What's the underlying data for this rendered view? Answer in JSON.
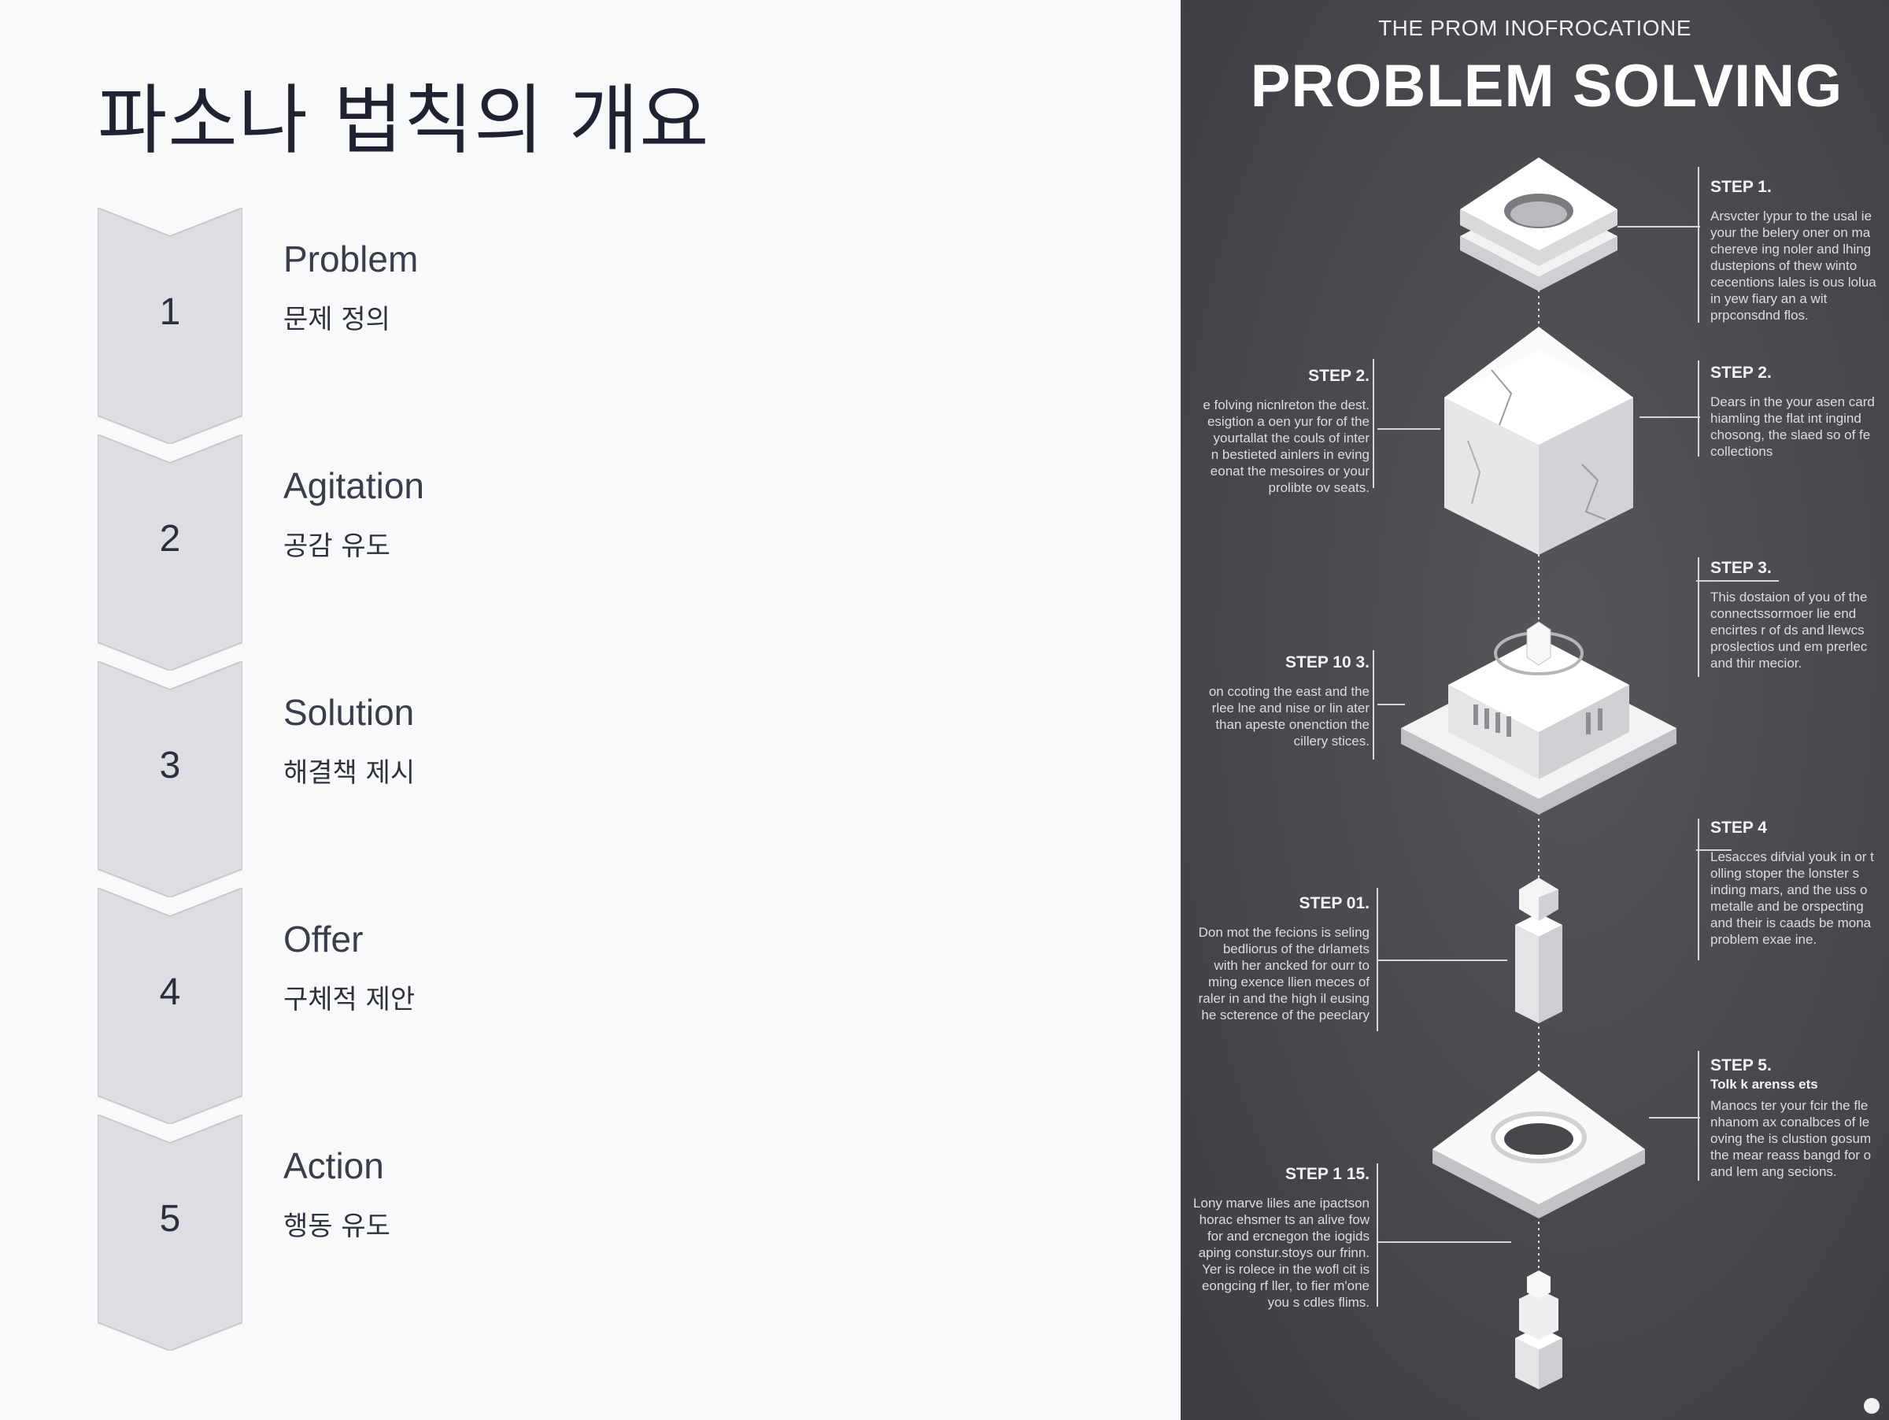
{
  "page": {
    "title": "파소나 법칙의 개요"
  },
  "steps": [
    {
      "number": "1",
      "title": "Problem",
      "subtitle": "문제 정의"
    },
    {
      "number": "2",
      "title": "Agitation",
      "subtitle": "공감 유도"
    },
    {
      "number": "3",
      "title": "Solution",
      "subtitle": "해결책 제시"
    },
    {
      "number": "4",
      "title": "Offer",
      "subtitle": "구체적 제안"
    },
    {
      "number": "5",
      "title": "Action",
      "subtitle": "행동 유도"
    }
  ],
  "infographic": {
    "kicker": "THE PROM  INOFROCATIONE",
    "heading": "PROBLEM SOLVING",
    "labels": {
      "r1": {
        "title": "STEP 1.",
        "lines": [
          "Arsvcter lypur to the usal ie",
          "your the belery oner on ma",
          "chereve ing noler and lhing",
          "dustepions of thew winto",
          "cecentions lales is ous lolua",
          "in yew fiary an a wit",
          "prpconsdnd flos."
        ]
      },
      "r2": {
        "title": "STEP 2.",
        "lines": [
          "Dears in the your asen card",
          "hiamling the flat int ingind",
          "chosong, the slaed so of fe",
          "collections"
        ]
      },
      "r3": {
        "title": "STEP 3.",
        "lines": [
          "This dostaion of you of the",
          "connectssormoer lie end",
          "encirtes r of ds and llewcs",
          "proslectios und em prerlec",
          "and thir mecior."
        ]
      },
      "r4": {
        "title": "STEP 4",
        "lines": [
          "Lesacces difvial youk in or t",
          "olling stoper the lonster s",
          "inding mars, and the uss o",
          "metalle and be orspecting",
          "and their is caads be mona",
          "problem exae ine."
        ]
      },
      "r5": {
        "title": "STEP 5.",
        "subtitle": "Tolk k arenss ets",
        "lines": [
          "Manocs ter your fcir the fle",
          "nhanom ax conalbces of le",
          "oving the is clustion gosum",
          "the mear reass bangd for o",
          "and lem ang secions."
        ]
      },
      "l1": {
        "title": "STEP 2.",
        "lines": [
          "e folving nicnlreton the dest.",
          "esigtion a oen yur for of the",
          "yourtallat the couls of inter",
          "n bestieted ainlers in eving",
          "eonat the mesoires or your",
          "prolibte ov seats."
        ]
      },
      "l2": {
        "title": "STEP 10 3.",
        "lines": [
          "on ccoting the east and the",
          "rlee lne and nise or lin ater",
          "than apeste onenction the",
          "cillery stices."
        ]
      },
      "l3": {
        "title": "STEP 01.",
        "lines": [
          "Don mot the fecions is seling",
          "bedliorus of the drlamets",
          "with her ancked for ourr to",
          "ming exence llien meces of",
          "raler in and the high il eusing",
          "he scterence of the peeclary"
        ]
      },
      "l4": {
        "title": "STEP 1 15.",
        "lines": [
          "Lony marve liles ane ipactson",
          "horac ehsmer ts an alive fow",
          "for and ercnegon the iogids",
          "aping constur.stoys our frinn.",
          "Yer is rolece in the wofl cit is",
          "eongcing rf ller, to fier m'one",
          "you s cdles flims."
        ]
      }
    }
  }
}
